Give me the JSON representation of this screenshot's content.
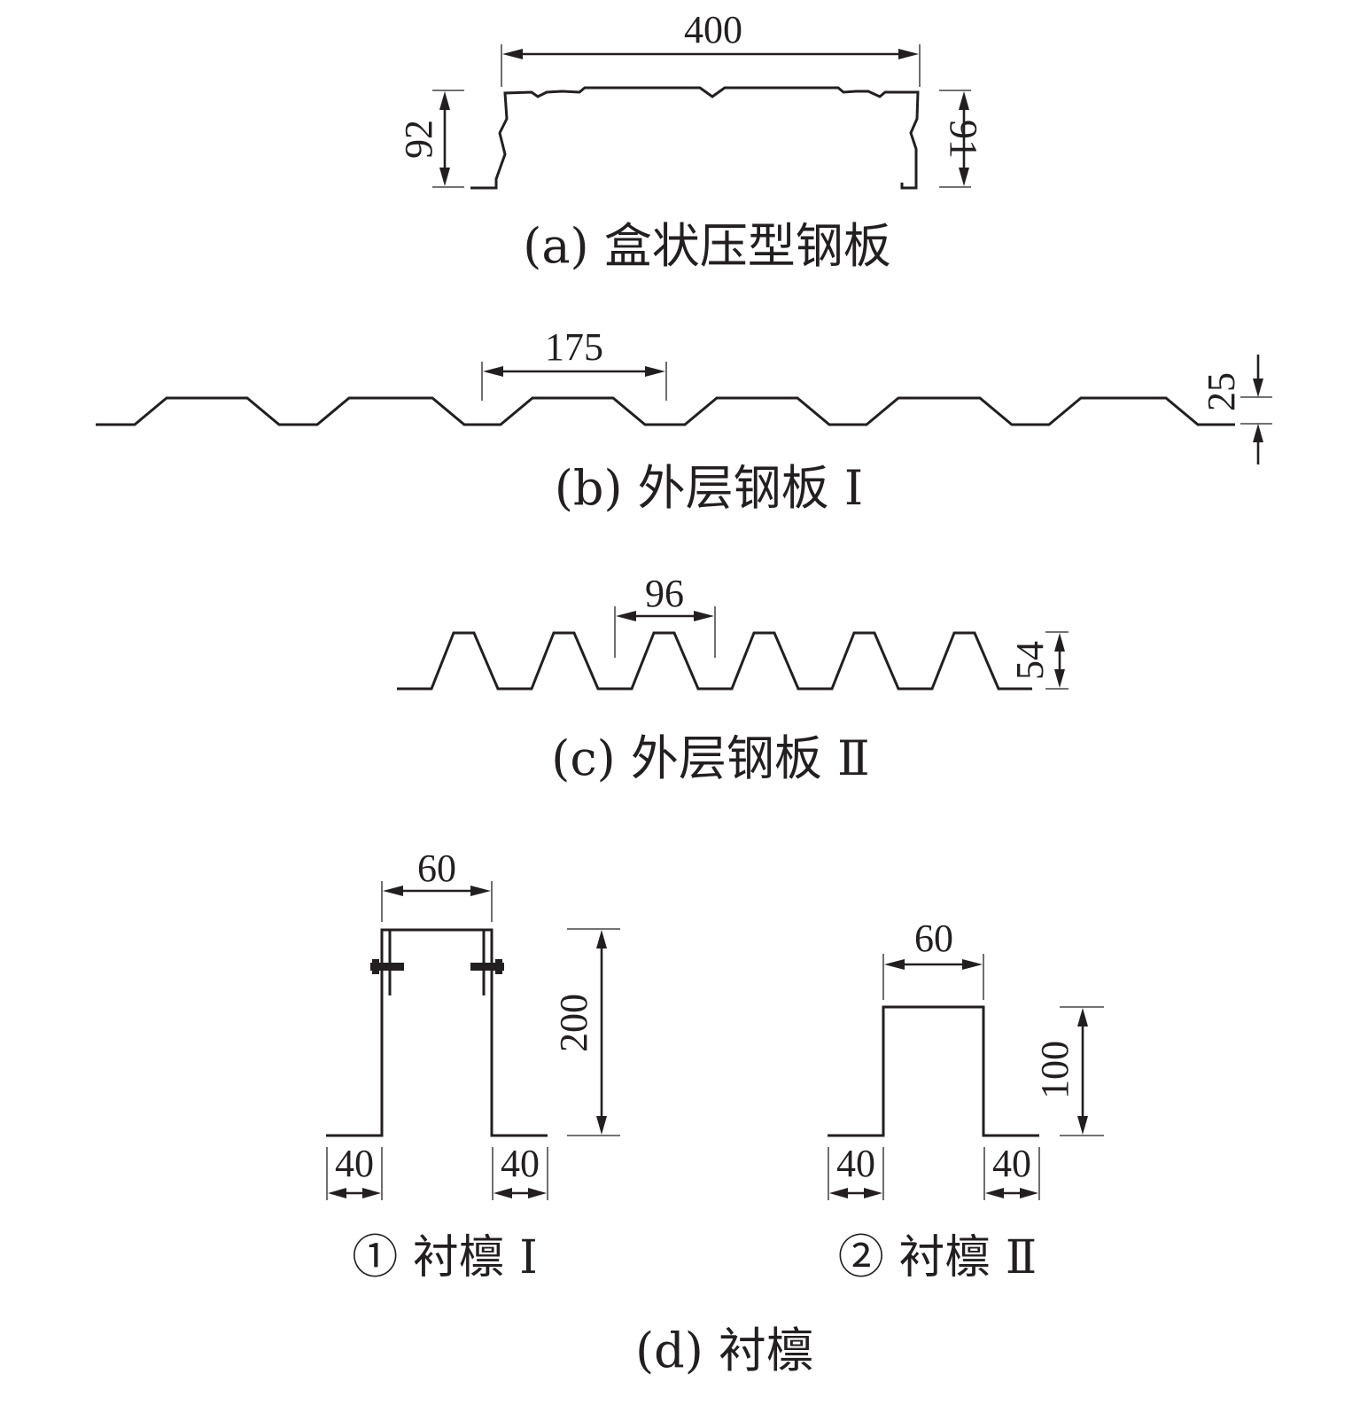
{
  "captions": {
    "a": "(a) 盒状压型钢板",
    "b": "(b) 外层钢板 Ⅰ",
    "c": "(c) 外层钢板 Ⅱ",
    "d": "(d) 衬檩",
    "d1": "①  衬檩 Ⅰ",
    "d2": "②  衬檩 Ⅱ"
  },
  "dimensions": {
    "a_width": "400",
    "a_left_height": "92",
    "a_right_height": "91",
    "b_pitch": "175",
    "b_height": "25",
    "c_pitch": "96",
    "c_height": "54",
    "d1_width": "60",
    "d1_height": "200",
    "d1_left_flange": "40",
    "d1_right_flange": "40",
    "d2_width": "60",
    "d2_height": "100",
    "d2_left_flange": "40",
    "d2_right_flange": "40"
  }
}
